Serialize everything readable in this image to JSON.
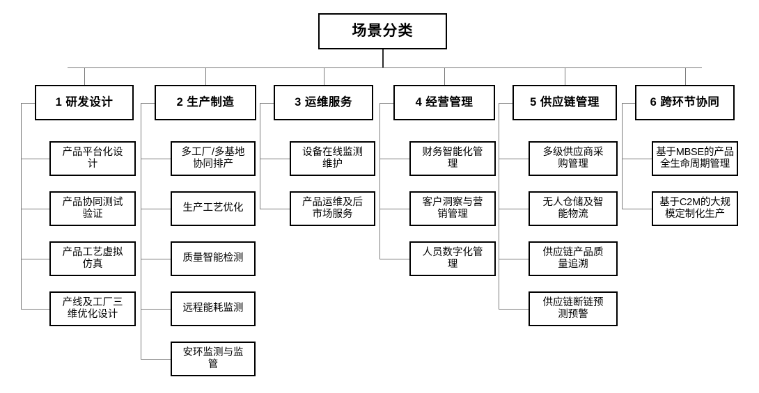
{
  "diagram": {
    "title": "场景分类",
    "root": {
      "label": "场景分类"
    },
    "categories": [
      {
        "index": "1",
        "label": "1 研发设计",
        "items": [
          {
            "label": "产品平台化设\n计"
          },
          {
            "label": "产品协同测试\n验证"
          },
          {
            "label": "产品工艺虚拟\n仿真"
          },
          {
            "label": "产线及工厂三\n维优化设计"
          }
        ]
      },
      {
        "index": "2",
        "label": "2 生产制造",
        "items": [
          {
            "label": "多工厂/多基地\n协同排产"
          },
          {
            "label": "生产工艺优化"
          },
          {
            "label": "质量智能检测"
          },
          {
            "label": "远程能耗监测"
          },
          {
            "label": "安环监测与监\n管"
          }
        ]
      },
      {
        "index": "3",
        "label": "3 运维服务",
        "items": [
          {
            "label": "设备在线监测\n维护"
          },
          {
            "label": "产品运维及后\n市场服务"
          }
        ]
      },
      {
        "index": "4",
        "label": "4 经营管理",
        "items": [
          {
            "label": "财务智能化管\n理"
          },
          {
            "label": "客户洞察与营\n销管理"
          },
          {
            "label": "人员数字化管\n理"
          }
        ]
      },
      {
        "index": "5",
        "label": "5 供应链管理",
        "items": [
          {
            "label": "多级供应商采\n购管理"
          },
          {
            "label": "无人仓储及智\n能物流"
          },
          {
            "label": "供应链产品质\n量追溯"
          },
          {
            "label": "供应链断链预\n测预警"
          }
        ]
      },
      {
        "index": "6",
        "label": "6 跨环节协同",
        "items": [
          {
            "label": "基于MBSE的产品\n全生命周期管理"
          },
          {
            "label": "基于C2M的大规\n模定制化生产"
          }
        ]
      }
    ],
    "colors": {
      "box_border": "#000000",
      "connector": "#7a7a7a",
      "background": "#ffffff",
      "text": "#000000"
    }
  }
}
